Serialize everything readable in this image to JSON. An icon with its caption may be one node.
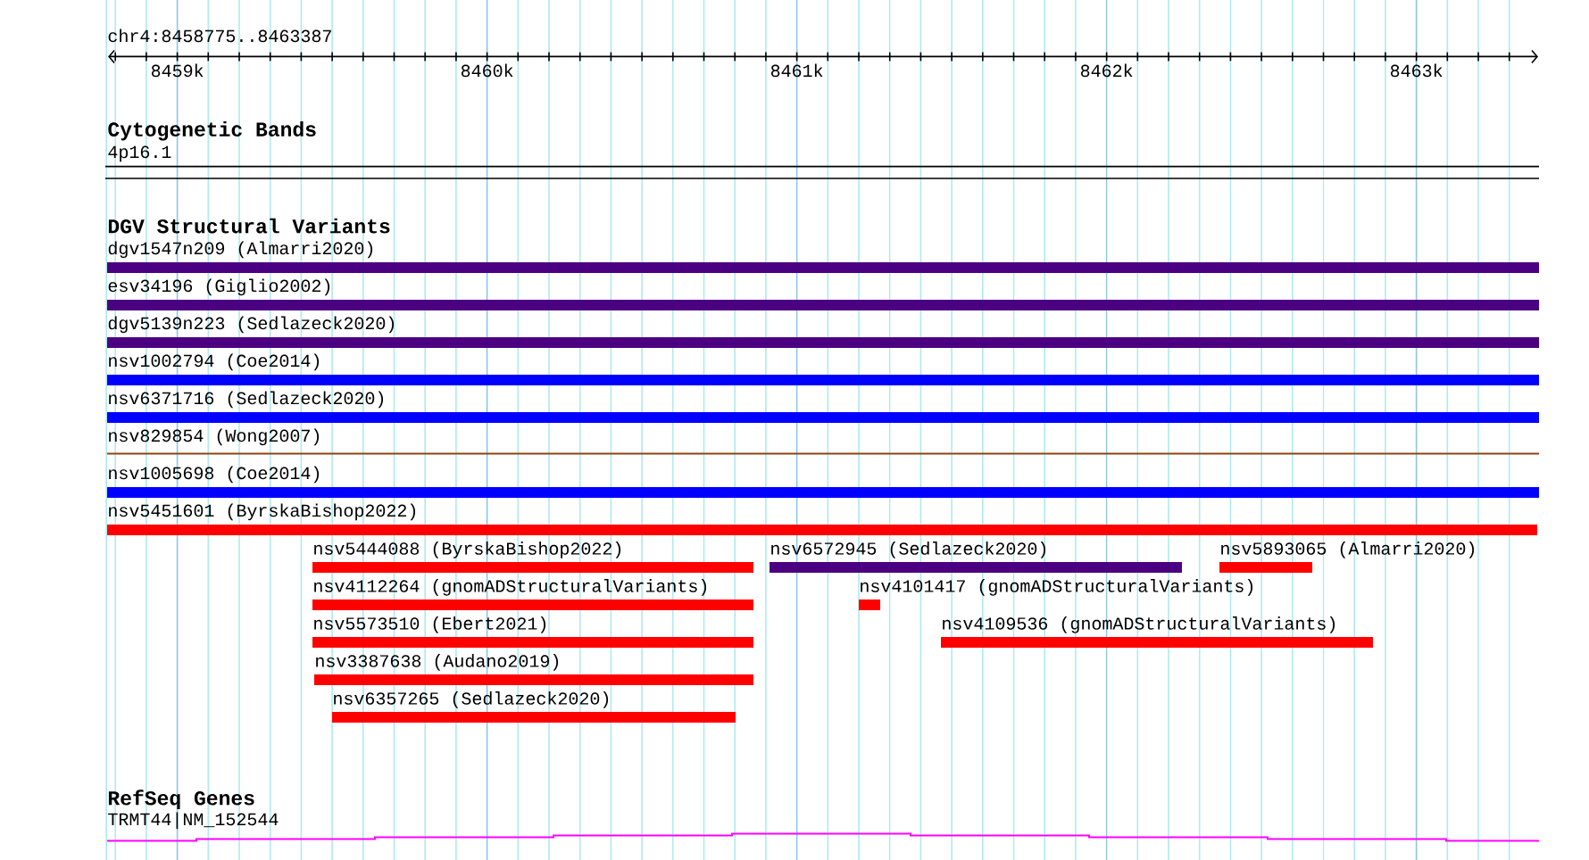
{
  "diagram": {
    "nodes": [
      {
        "text": [
          "4p16.1"
        ]
      },
      {
        "text": [
          "dgv1547n209 (Almarri2020)"
        ]
      },
      {
        "text": [
          "esv34196 (Giglio2002)"
        ]
      },
      {
        "text": [
          "dgv5139n223 (Sedlazeck2020)"
        ]
      },
      {
        "text": [
          "nsv1002794 (Coe2014)"
        ]
      },
      {
        "text": [
          "nsv6371716 (Sedlazeck2020)"
        ]
      },
      {
        "text": [
          "nsv829854 (Wong2007)"
        ]
      },
      {
        "text": [
          "nsv1005698 (Coe2014)"
        ]
      },
      {
        "text": [
          "nsv5451601 (ByrskaBishop2022)"
        ]
      },
      {
        "text": [
          "nsv5444088 (ByrskaBishop2022)"
        ]
      },
      {
        "text": [
          "nsv6572945 (Sedlazeck2020)"
        ]
      },
      {
        "text": [
          "nsv5893065 (Almarri2020)"
        ]
      },
      {
        "text": [
          "nsv4112264 (gnomADStructuralVariants)"
        ]
      },
      {
        "text": [
          "nsv4101417 (gnomADStructuralVariants)"
        ]
      },
      {
        "text": [
          "nsv5573510 (Ebert2021)"
        ]
      },
      {
        "text": [
          "nsv4109536 (gnomADStructuralVariants)"
        ]
      },
      {
        "text": [
          "nsv3387638 (Audano2019)"
        ]
      },
      {
        "text": [
          "nsv6357265 (Sedlazeck2020)"
        ]
      },
      {
        "text": [
          "TRMT44|NM_152544"
        ]
      }
    ],
    "labels": [
      "chr4:8458775..8463387",
      "8459k",
      "8460k",
      "8461k",
      "8462k",
      "8463k",
      "Cytogenetic Bands",
      "DGV Structural Variants",
      "RefSeq Genes"
    ]
  }
}
